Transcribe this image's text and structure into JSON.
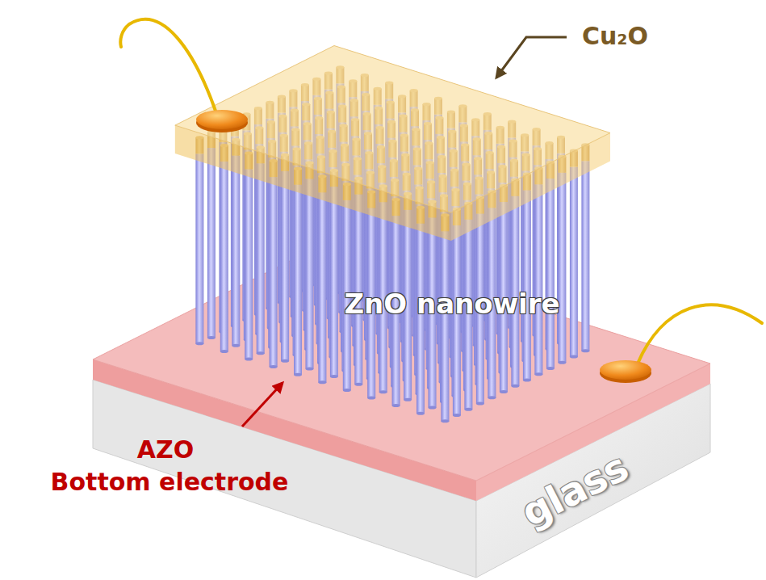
{
  "diagram": {
    "labels": [
      "Cu₂O",
      "ZnO nanowire",
      "AZO",
      "Bottom electrode",
      "glass"
    ]
  }
}
